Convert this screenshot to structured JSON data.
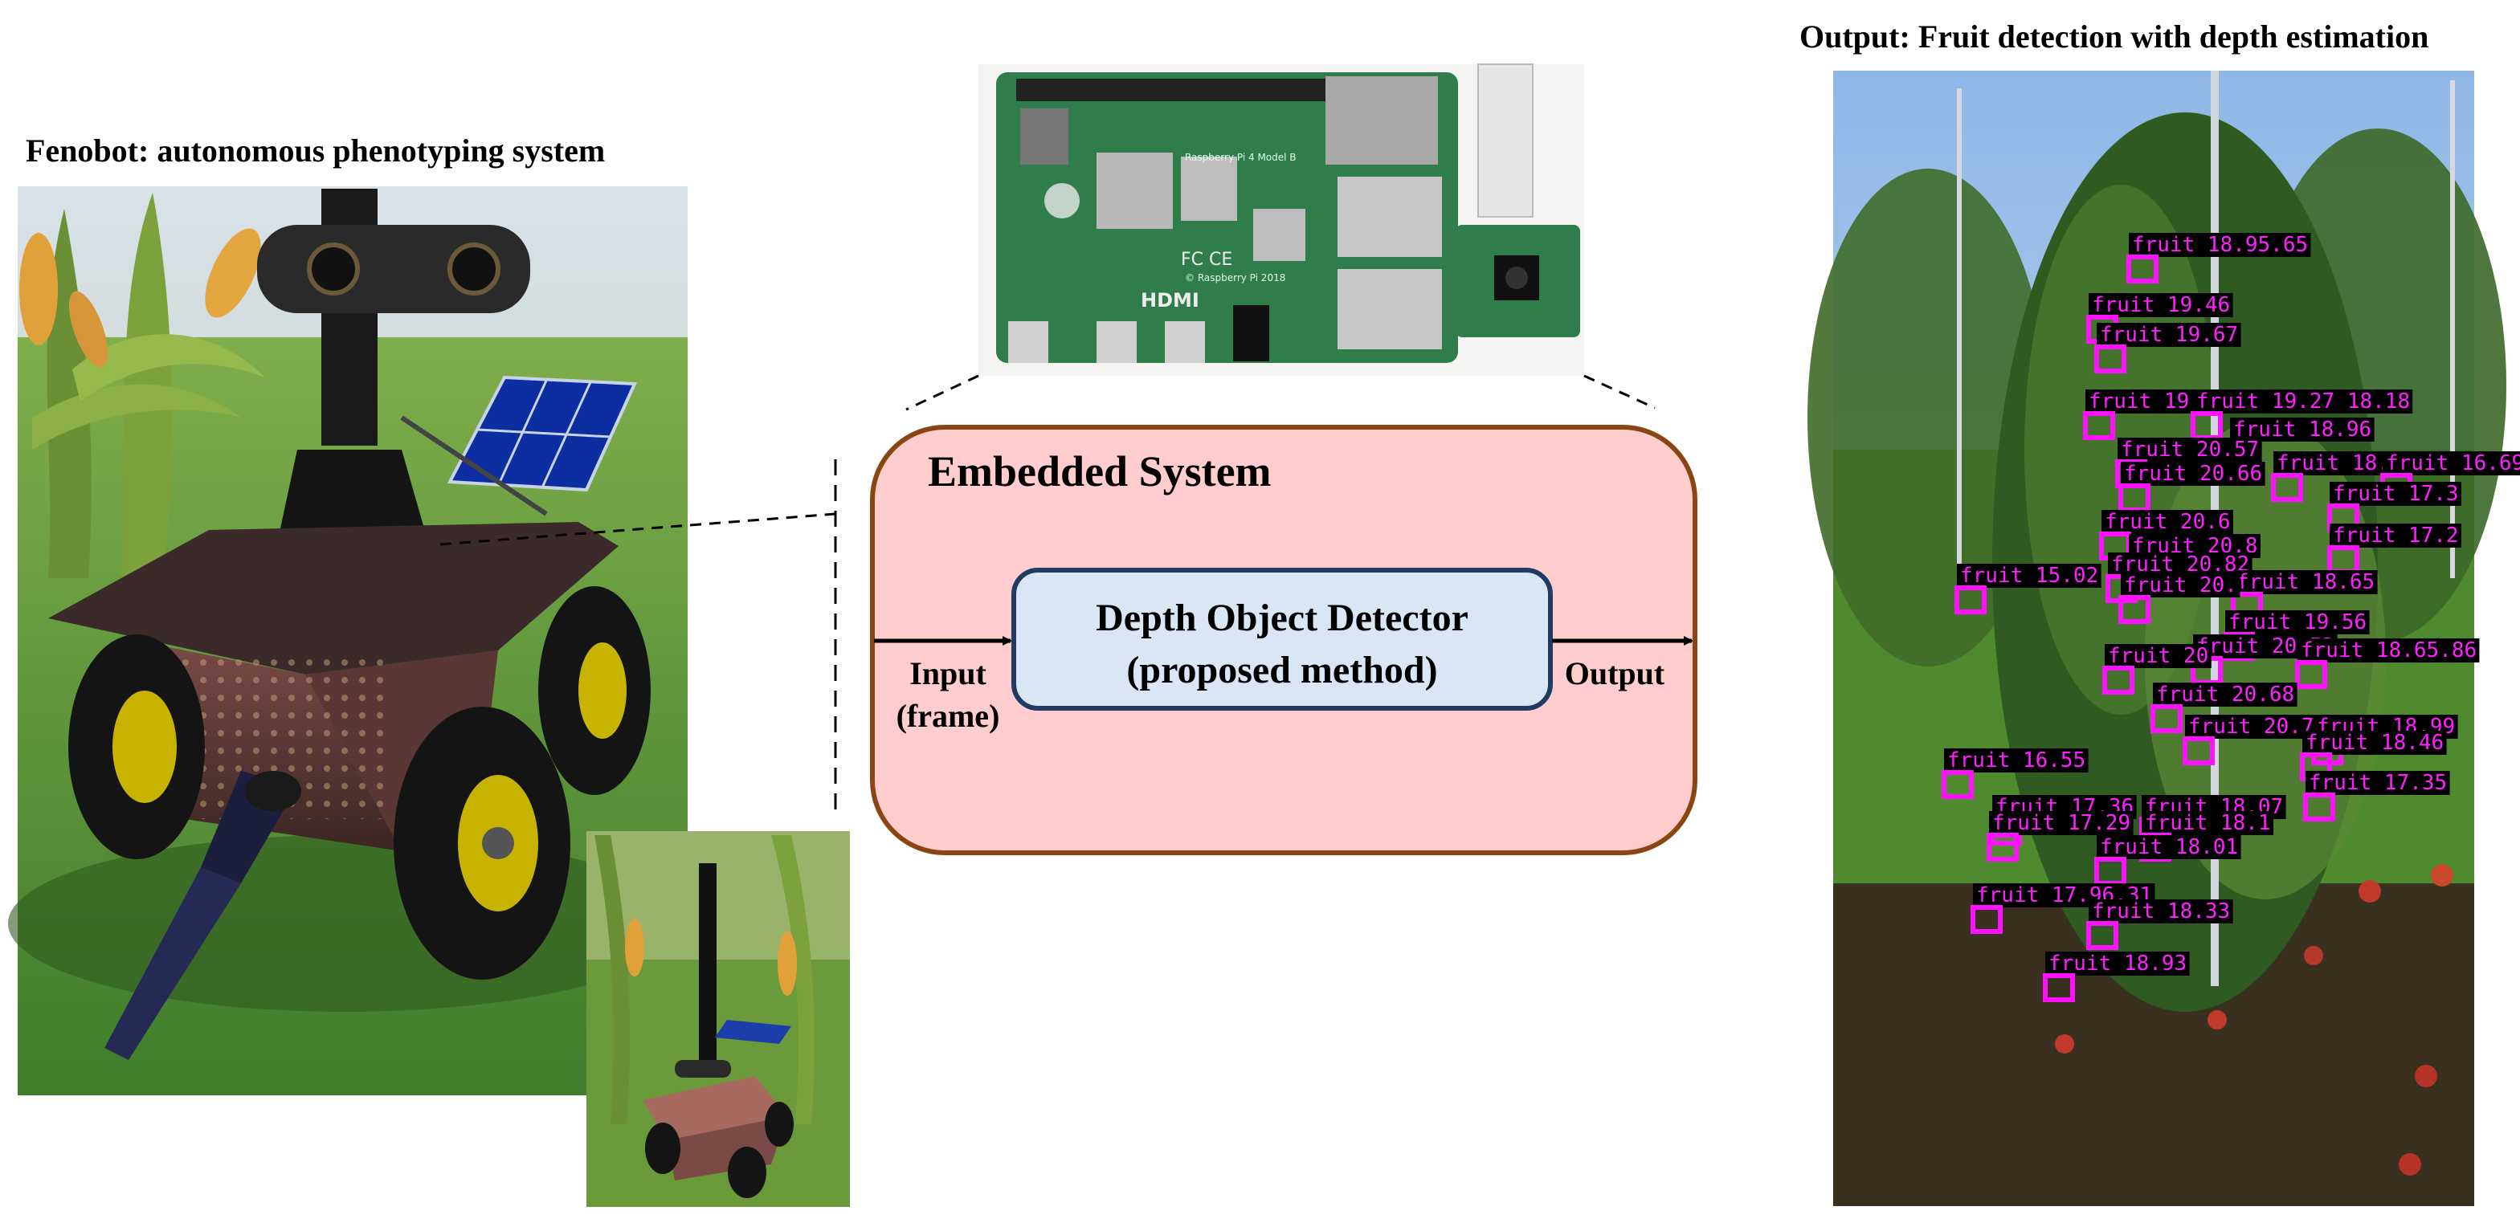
{
  "left_title": "Fenobot: autonomous phenotyping system",
  "right_title": "Output: Fruit detection with depth estimation",
  "embedded_system": {
    "title": "Embedded System",
    "detector_line1": "Depth Object Detector",
    "detector_line2": "(proposed method)",
    "input_line1": "Input",
    "input_line2": "(frame)",
    "output": "Output"
  },
  "board": {
    "model_text": "Raspberry Pi 4 Model B",
    "copyright": "© Raspberry Pi 2018",
    "hdmi": "HDMI",
    "marks": "FC CE"
  },
  "detections": [
    {
      "label": "fruit 18.95.65"
    },
    {
      "label": "fruit 19.46"
    },
    {
      "label": "fruit 19.67"
    },
    {
      "label": "fruit 19.8"
    },
    {
      "label": "fruit 19.27 18.18"
    },
    {
      "label": "fruit 18.96"
    },
    {
      "label": "fruit 20.57"
    },
    {
      "label": "fruit 18.21"
    },
    {
      "label": "fruit 16.69"
    },
    {
      "label": "fruit 20.66"
    },
    {
      "label": "fruit 17.3"
    },
    {
      "label": "fruit 20.6"
    },
    {
      "label": "fruit 17.2"
    },
    {
      "label": "fruit 20.8"
    },
    {
      "label": "fruit 15.02"
    },
    {
      "label": "fruit 20.82"
    },
    {
      "label": "fruit 18.65"
    },
    {
      "label": "fruit 20."
    },
    {
      "label": "fruit 19.56"
    },
    {
      "label": "fruit 20.53"
    },
    {
      "label": "fruit 18.65.86"
    },
    {
      "label": "fruit 20"
    },
    {
      "label": "fruit 20.68"
    },
    {
      "label": "fruit 20.72"
    },
    {
      "label": "fruit 18.99"
    },
    {
      "label": "fruit 18.46"
    },
    {
      "label": "fruit 16.55"
    },
    {
      "label": "fruit 17.35"
    },
    {
      "label": "fruit 17.36"
    },
    {
      "label": "fruit 18.07"
    },
    {
      "label": "fruit 17.29"
    },
    {
      "label": "fruit 18.1"
    },
    {
      "label": "fruit 18.01"
    },
    {
      "label": "fruit 17.96.31"
    },
    {
      "label": "fruit 18.33"
    },
    {
      "label": "fruit 18.93"
    }
  ],
  "colors": {
    "embedded_fill": "#ffcdcd",
    "embedded_stroke": "#8b4513",
    "detector_fill": "#dbe6f5",
    "detector_stroke": "#1f3b63",
    "detection": "#ff10ff",
    "pcb": "#2e7d4a"
  }
}
